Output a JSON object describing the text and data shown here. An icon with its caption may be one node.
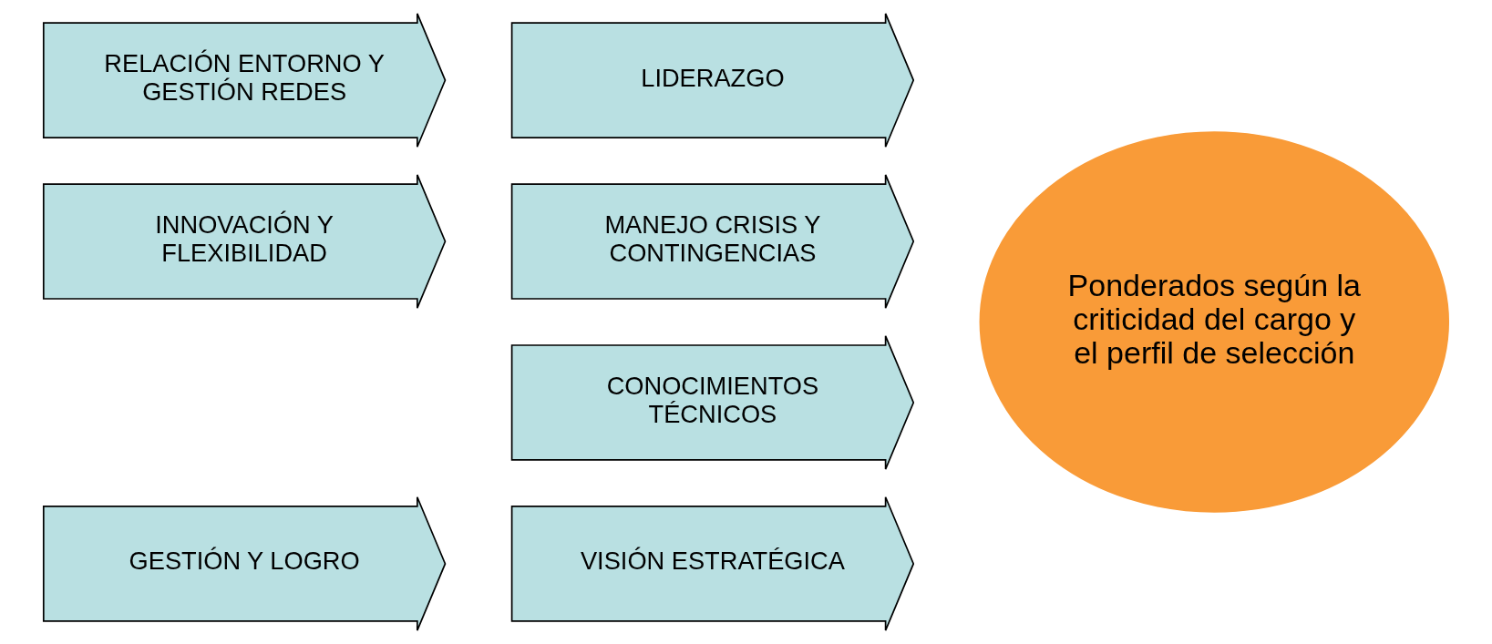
{
  "diagram": {
    "nodes": [
      {
        "text": [
          "VISIÓN ESTRATÉGICA"
        ]
      },
      {
        "text": [
          "GESTIÓN Y LOGRO"
        ]
      },
      {
        "text": [
          "LIDERAZGO"
        ]
      },
      {
        "text": [
          "RELACIÓN ENTORNO Y GESTIÓN REDES"
        ]
      },
      {
        "text": [
          "MANEJO CRISIS Y CONTINGENCIAS"
        ]
      },
      {
        "text": [
          "INNOVACIÓN Y FLEXIBILIDAD"
        ]
      },
      {
        "text": [
          "CONOCIMIENTOS TÉCNICOS"
        ]
      },
      {
        "text": [
          "Ponderados según la criticidad del cargo y el perfil de selección"
        ]
      }
    ],
    "edges": []
  }
}
